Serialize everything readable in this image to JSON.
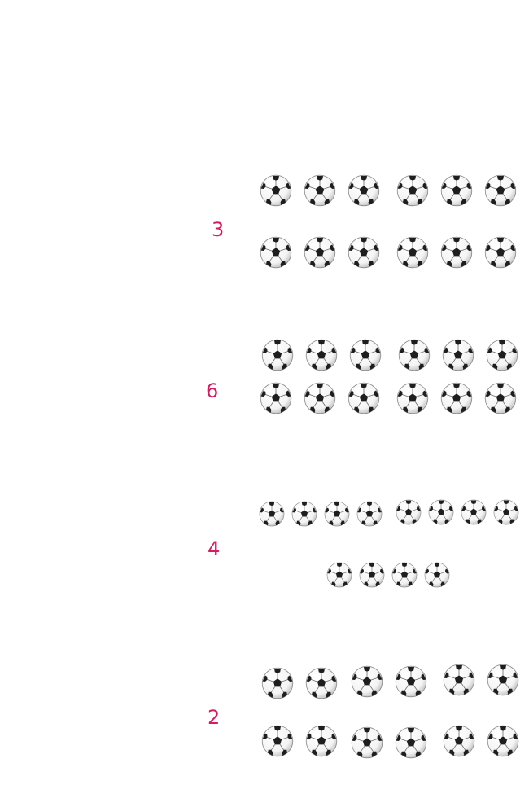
{
  "groups": [
    {
      "number": "3",
      "ball_count": 12
    },
    {
      "number": "6",
      "ball_count": 12
    },
    {
      "number": "4",
      "ball_count": 12
    },
    {
      "number": "2",
      "ball_count": 12
    }
  ],
  "colors": {
    "number": "#d81b60",
    "ball_white": "#ffffff",
    "ball_black": "#1e1e1e",
    "ball_shadow": "#cfcfcf"
  },
  "icons": {
    "ball": "soccer-ball-icon"
  }
}
